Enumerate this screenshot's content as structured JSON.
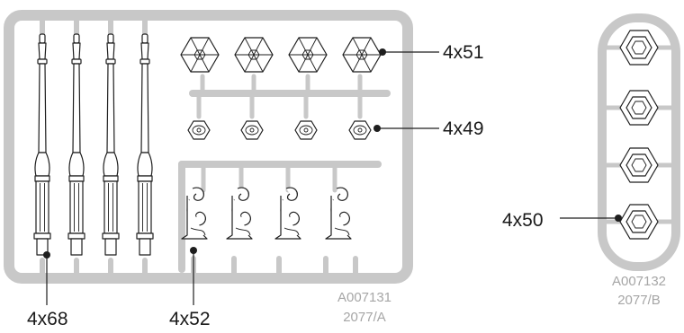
{
  "callouts": {
    "posts": "4x68",
    "scrolls": "4x52",
    "large_hex": "4x51",
    "small_hex": "4x49",
    "side_hex": "4x50"
  },
  "sprue_a": {
    "code": "A007131",
    "label": "2077/A"
  },
  "sprue_b": {
    "code": "A007132",
    "label": "2077/B"
  },
  "colors": {
    "frame": "#c8c8c8",
    "ink": "#1e1e1e",
    "code_text": "#a6a6a6"
  }
}
